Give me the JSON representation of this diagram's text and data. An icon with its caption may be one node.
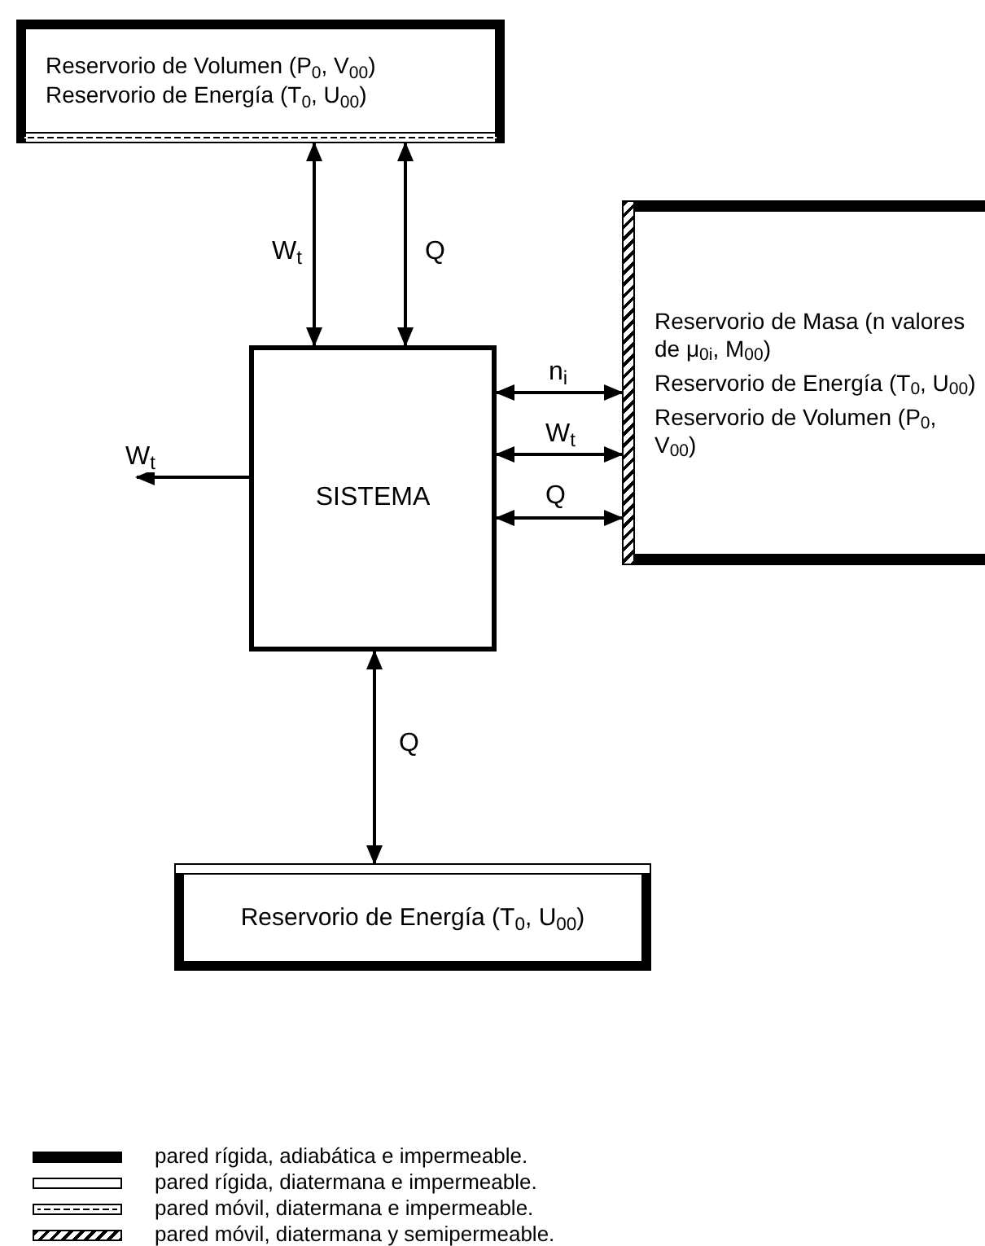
{
  "diagram": {
    "nodes": [
      {
        "text": [
          "Reservorio de Volumen (P$_{0}$, V$_{00}$)",
          "Reservorio de Energía (T$_{0}$, U$_{00}$)"
        ]
      },
      {
        "text": [
          "Reservorio de Masa (n valores de μ$_{0i}$, M$_{00}$)",
          "Reservorio de Energía (T$_{0}$, U$_{00}$)",
          "Reservorio de Volumen (P$_{0}$, V$_{00}$)"
        ]
      },
      {
        "text": [
          "SISTEMA"
        ]
      },
      {
        "text": [
          "Reservorio de Energía (T$_{0}$, U$_{00}$)"
        ]
      }
    ],
    "edges": [
      {
        "from": 0,
        "to": 2,
        "arrow": "both",
        "label": "W$_{t}$"
      },
      {
        "from": 0,
        "to": 2,
        "arrow": "both",
        "label": "Q"
      },
      {
        "from": 2,
        "to": 1,
        "arrow": "both",
        "label": "n$_{i}$"
      },
      {
        "from": 2,
        "to": 1,
        "arrow": "both",
        "label": "W$_{t}$"
      },
      {
        "from": 2,
        "to": 1,
        "arrow": "both",
        "label": "Q"
      },
      {
        "from": 2,
        "to": null,
        "arrow": "to",
        "label": "W$_{t}$"
      },
      {
        "from": 2,
        "to": 3,
        "arrow": "both",
        "label": "Q"
      }
    ],
    "legend": [
      {
        "text": "pared rígida, adiabática e impermeable."
      },
      {
        "text": "pared rígida, diatermana e impermeable."
      },
      {
        "text": "pared móvil, diatermana e impermeable."
      },
      {
        "text": "pared móvil, diatermana y semipermeable."
      }
    ]
  }
}
